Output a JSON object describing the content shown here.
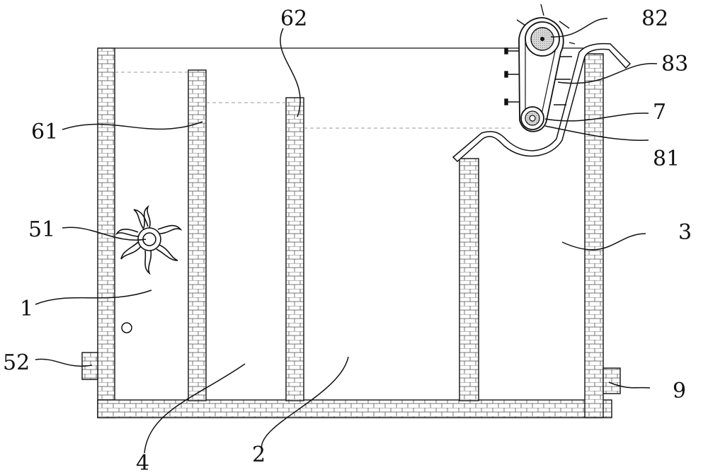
{
  "labels": {
    "l1": "1",
    "l2": "2",
    "l3": "3",
    "l4": "4",
    "l7": "7",
    "l9": "9",
    "l51": "51",
    "l52": "52",
    "l61": "61",
    "l62": "62",
    "l81": "81",
    "l82": "82",
    "l83": "83"
  },
  "colors": {
    "line": "#111111",
    "fill": "#ffffff",
    "hatch": "#b0b0b0",
    "waterline": "#999999"
  }
}
